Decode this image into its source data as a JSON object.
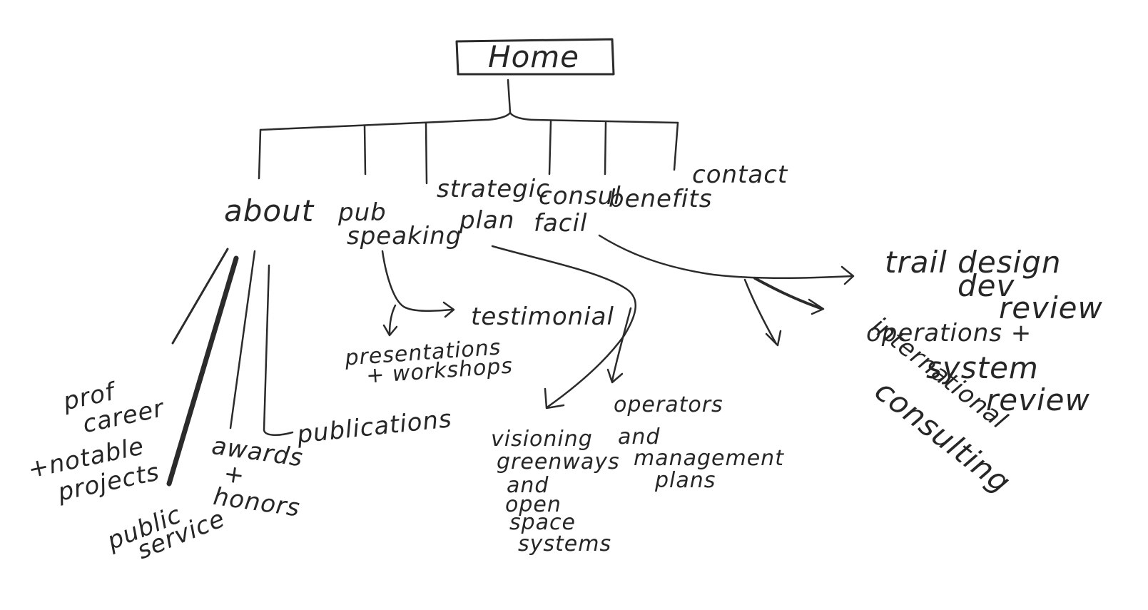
{
  "root": {
    "label": "Home"
  },
  "top_level": {
    "about": "about",
    "pub_speaking": [
      "pub",
      "speaking"
    ],
    "strategic_plan": [
      "strategic",
      "plan"
    ],
    "consult_facil": [
      "consul",
      "facil"
    ],
    "benefits": "benefits",
    "contact": "contact"
  },
  "about_children": {
    "prof_career": [
      "prof",
      "career",
      "+notable",
      "projects"
    ],
    "public_service": [
      "public",
      "service"
    ],
    "awards_honors": [
      "awards",
      "+",
      "honors"
    ],
    "publications": "publications"
  },
  "pub_speaking_children": {
    "testimonial": "testimonial",
    "presentations": [
      "presentations",
      "+ workshops"
    ]
  },
  "strategic_plan_children": {
    "visioning": [
      "visioning",
      "greenways",
      "and",
      "open",
      "space",
      "systems"
    ],
    "operators": [
      "operators",
      "and",
      "management",
      "plans"
    ]
  },
  "consult_children": {
    "trail_design": [
      "trail design",
      "dev",
      "review"
    ],
    "operations": [
      "operations +",
      "system",
      "review"
    ],
    "international": [
      "international",
      "consulting"
    ]
  }
}
